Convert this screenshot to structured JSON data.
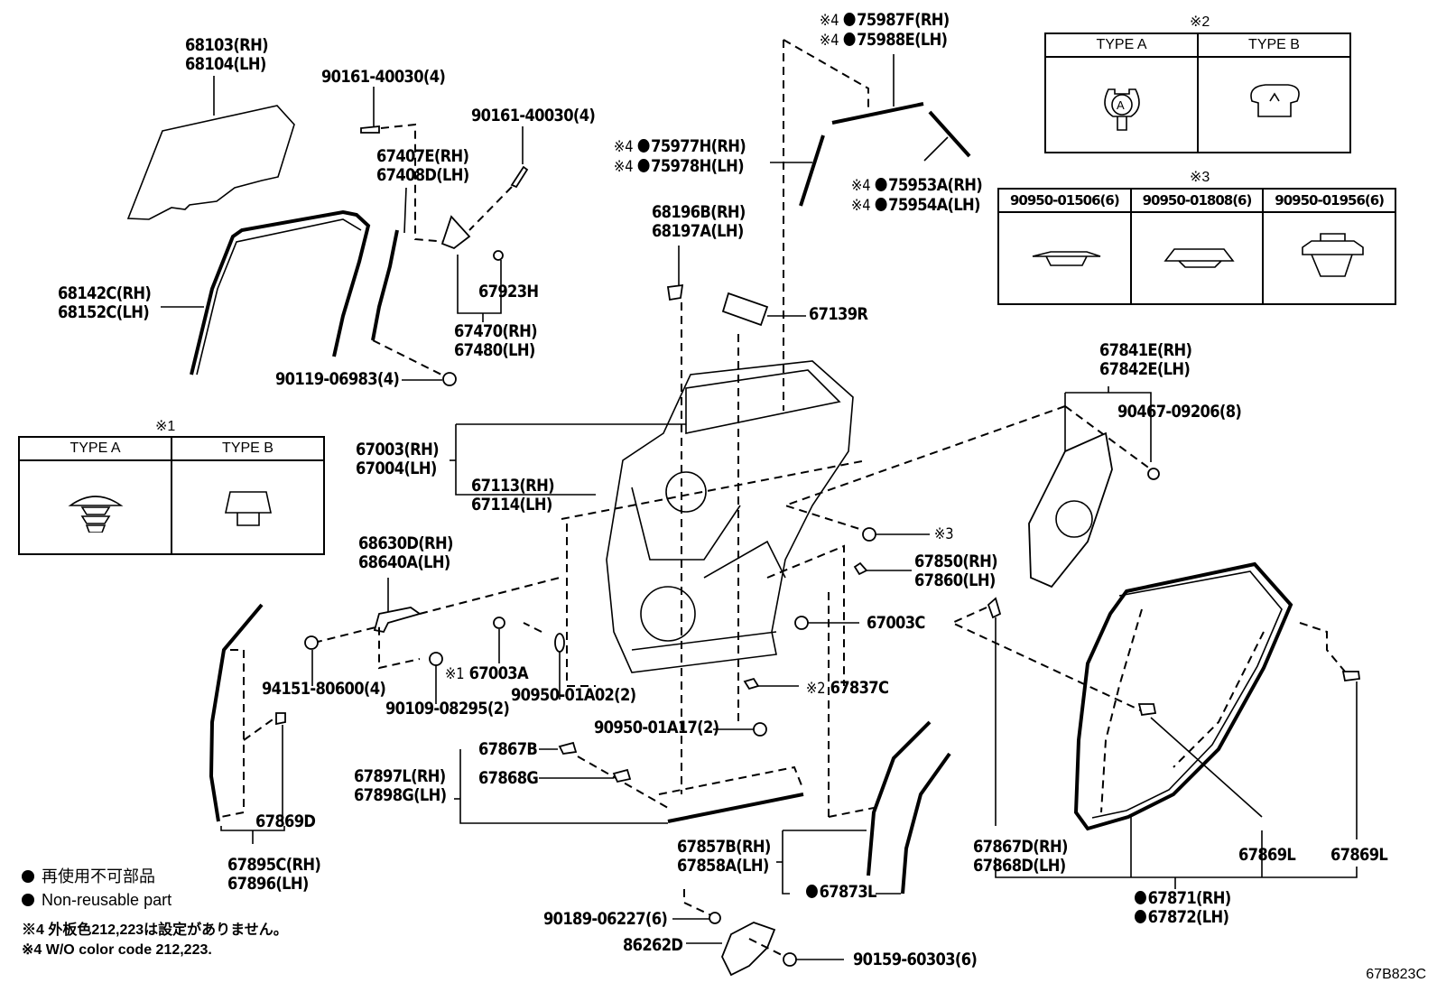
{
  "diagram": {
    "title_code": "67B823C",
    "legend": {
      "non_reusable_jp": "再使用不可部品",
      "non_reusable_en": "Non-reusable part",
      "note4_jp": "※4 外板色212,223は設定がありません。",
      "note4_en": "※4 W/O color code 212,223."
    },
    "labels": {
      "l68103": {
        "lines": [
          "68103(RH)",
          "68104(LH)"
        ]
      },
      "l90161a": {
        "lines": [
          "90161-40030(4)"
        ]
      },
      "l90161b": {
        "lines": [
          "90161-40030(4)"
        ]
      },
      "l67407": {
        "lines": [
          "67407E(RH)",
          "67408D(LH)"
        ]
      },
      "l67923": {
        "lines": [
          "67923H"
        ]
      },
      "l67470": {
        "lines": [
          "67470(RH)",
          "67480(LH)"
        ]
      },
      "l68142": {
        "lines": [
          "68142C(RH)",
          "68152C(LH)"
        ]
      },
      "l90119": {
        "lines": [
          "90119-06983(4)"
        ]
      },
      "l75987": {
        "mark": "※4",
        "dot": true,
        "lines": [
          "75987F(RH)",
          "75988E(LH)"
        ]
      },
      "l75977": {
        "mark": "※4",
        "dot": true,
        "lines": [
          "75977H(RH)",
          "75978H(LH)"
        ]
      },
      "l75953": {
        "mark": "※4",
        "dot": true,
        "lines": [
          "75953A(RH)",
          "75954A(LH)"
        ]
      },
      "l68196": {
        "lines": [
          "68196B(RH)",
          "68197A(LH)"
        ]
      },
      "l67139": {
        "lines": [
          "67139R"
        ]
      },
      "l67003": {
        "lines": [
          "67003(RH)",
          "67004(LH)"
        ]
      },
      "l67113": {
        "lines": [
          "67113(RH)",
          "67114(LH)"
        ]
      },
      "l67841": {
        "lines": [
          "67841E(RH)",
          "67842E(LH)"
        ]
      },
      "l90467": {
        "lines": [
          "90467-09206(8)"
        ]
      },
      "lref3": {
        "lines": [
          "※3"
        ]
      },
      "l67850": {
        "lines": [
          "67850(RH)",
          "67860(LH)"
        ]
      },
      "l67003c": {
        "lines": [
          "67003C"
        ]
      },
      "l67837c": {
        "mark": "※2",
        "lines": [
          "67837C"
        ]
      },
      "l68630": {
        "lines": [
          "68630D(RH)",
          "68640A(LH)"
        ]
      },
      "l94151": {
        "lines": [
          "94151-80600(4)"
        ]
      },
      "l90109": {
        "lines": [
          "90109-08295(2)"
        ]
      },
      "l67003a": {
        "mark": "※1",
        "lines": [
          "67003A"
        ]
      },
      "l90950a02": {
        "lines": [
          "90950-01A02(2)"
        ]
      },
      "l90950a17": {
        "lines": [
          "90950-01A17(2)"
        ]
      },
      "l67867b": {
        "lines": [
          "67867B"
        ]
      },
      "l67868g": {
        "lines": [
          "67868G"
        ]
      },
      "l67897": {
        "lines": [
          "67897L(RH)",
          "67898G(LH)"
        ]
      },
      "l67869d": {
        "lines": [
          "67869D"
        ]
      },
      "l67895": {
        "lines": [
          "67895C(RH)",
          "67896(LH)"
        ]
      },
      "l67857": {
        "lines": [
          "67857B(RH)",
          "67858A(LH)"
        ]
      },
      "l67873": {
        "dot": true,
        "lines": [
          "67873L"
        ]
      },
      "l90189": {
        "lines": [
          "90189-06227(6)"
        ]
      },
      "l86262": {
        "lines": [
          "86262D"
        ]
      },
      "l90159": {
        "lines": [
          "90159-60303(6)"
        ]
      },
      "l67867d": {
        "lines": [
          "67867D(RH)",
          "67868D(LH)"
        ]
      },
      "l67869l1": {
        "lines": [
          "67869L"
        ]
      },
      "l67869l2": {
        "lines": [
          "67869L"
        ]
      },
      "l67871": {
        "dot": true,
        "lines": [
          "67871(RH)",
          "67872(LH)"
        ]
      }
    },
    "tables": {
      "ref1": {
        "caption": "※1",
        "headers": [
          "TYPE A",
          "TYPE B"
        ]
      },
      "ref2": {
        "caption": "※2",
        "headers": [
          "TYPE A",
          "TYPE B"
        ]
      },
      "ref3": {
        "caption": "※3",
        "headers": [
          "90950-01506(6)",
          "90950-01808(6)",
          "90950-01956(6)"
        ]
      }
    }
  }
}
